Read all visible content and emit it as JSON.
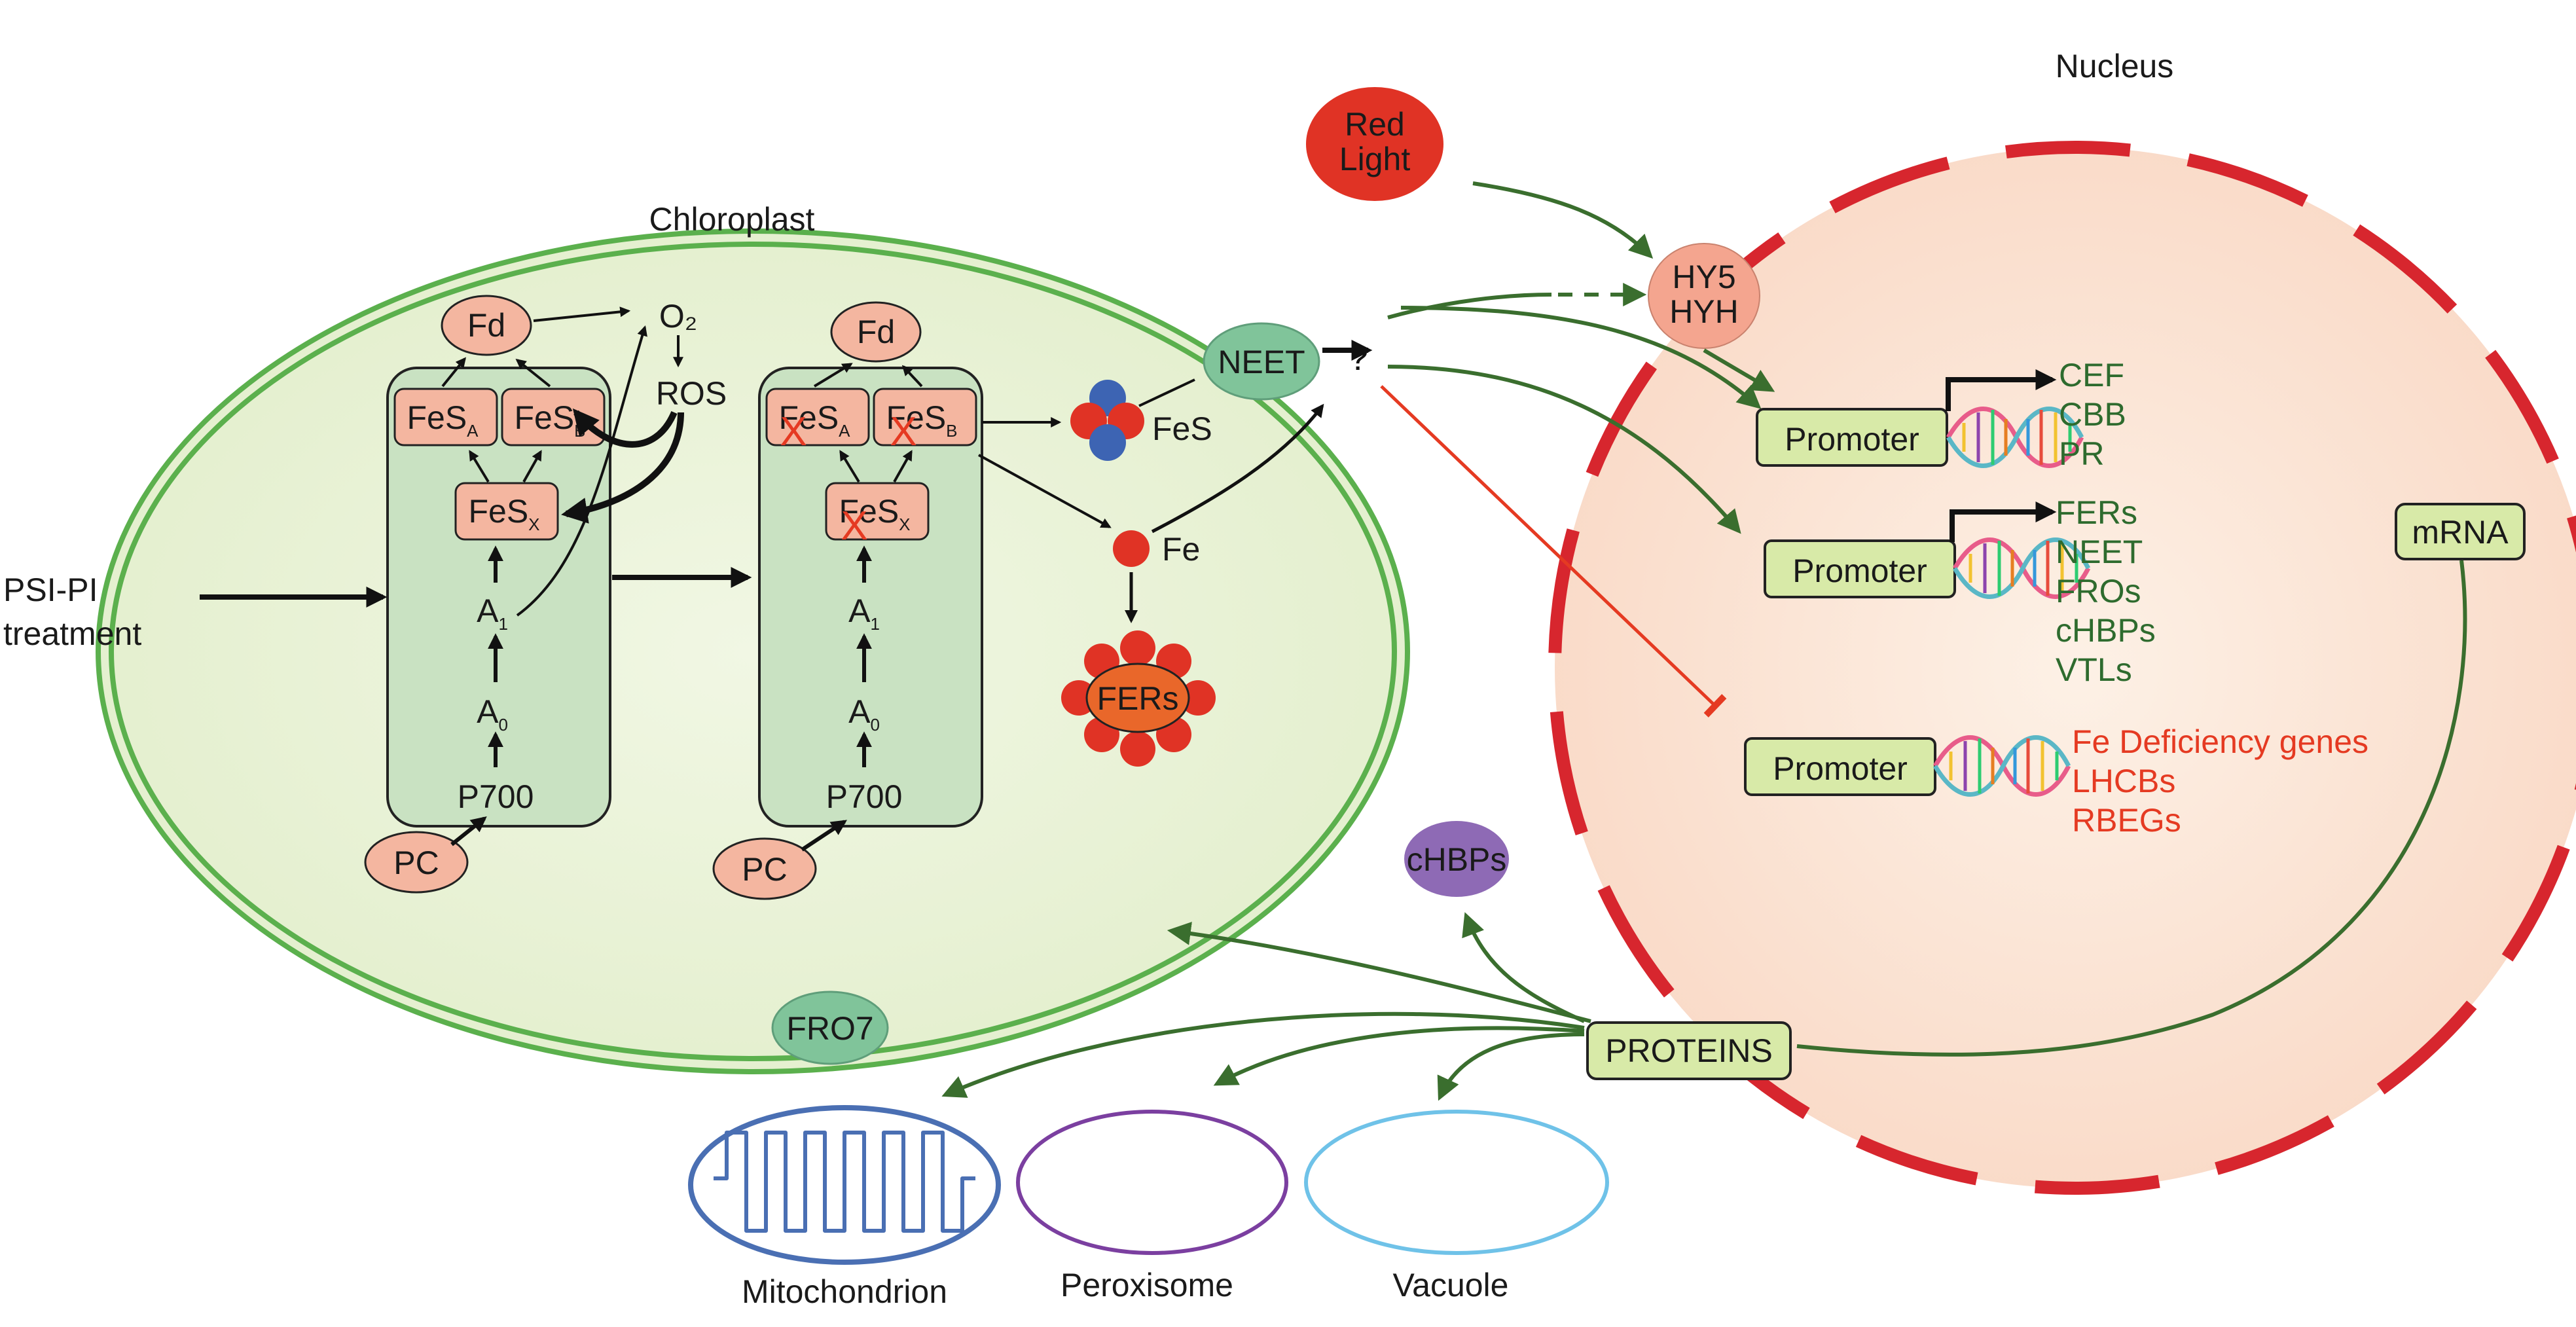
{
  "compartments": {
    "chloroplast": "Chloroplast",
    "nucleus": "Nucleus",
    "mitochondrion": "Mitochondrion",
    "peroxisome": "Peroxisome",
    "vacuole": "Vacuole"
  },
  "treatment": {
    "line1": "PSI-PI",
    "line2": "treatment"
  },
  "psi": {
    "fd": "Fd",
    "fes": "FeS",
    "sub_a": "A",
    "sub_b": "B",
    "sub_x": "X",
    "a1": "A",
    "a1_sub": "1",
    "a0": "A",
    "a0_sub": "0",
    "p700": "P700",
    "pc": "PC",
    "o2": "O₂",
    "ros": "ROS",
    "damage_mark": "X"
  },
  "signals": {
    "neet": "NEET",
    "fes_cluster": "FeS",
    "fe": "Fe",
    "fers": "FERs",
    "unknown": "?",
    "red_light": [
      "Red",
      "Light"
    ],
    "hy5": "HY5",
    "hyh": "HYH",
    "fro7": "FRO7",
    "chbps": "cHBPs",
    "mrna": "mRNA",
    "proteins": "PROTEINS"
  },
  "promoters": [
    {
      "label": "Promoter",
      "genes": [
        "CEF",
        "CBB",
        "PR"
      ],
      "color": "#2e6b2e"
    },
    {
      "label": "Promoter",
      "genes": [
        "FERs",
        "NEET",
        "FROs",
        "cHBPs",
        "VTLs"
      ],
      "color": "#2e6b2e"
    },
    {
      "label": "Promoter",
      "genes": [
        "Fe Deficiency genes",
        "LHCBs",
        "RBEGs"
      ],
      "color": "#e53a22"
    }
  ],
  "colors": {
    "activation_arrow": "#3a6e2e",
    "repression_line": "#e53a22",
    "nucleus_border": "#d7262e",
    "chloroplast_border": "#5bb04d",
    "mitochondrion": "#4a6fb3",
    "peroxisome": "#7b3fa0",
    "vacuole": "#6fc2e8"
  }
}
